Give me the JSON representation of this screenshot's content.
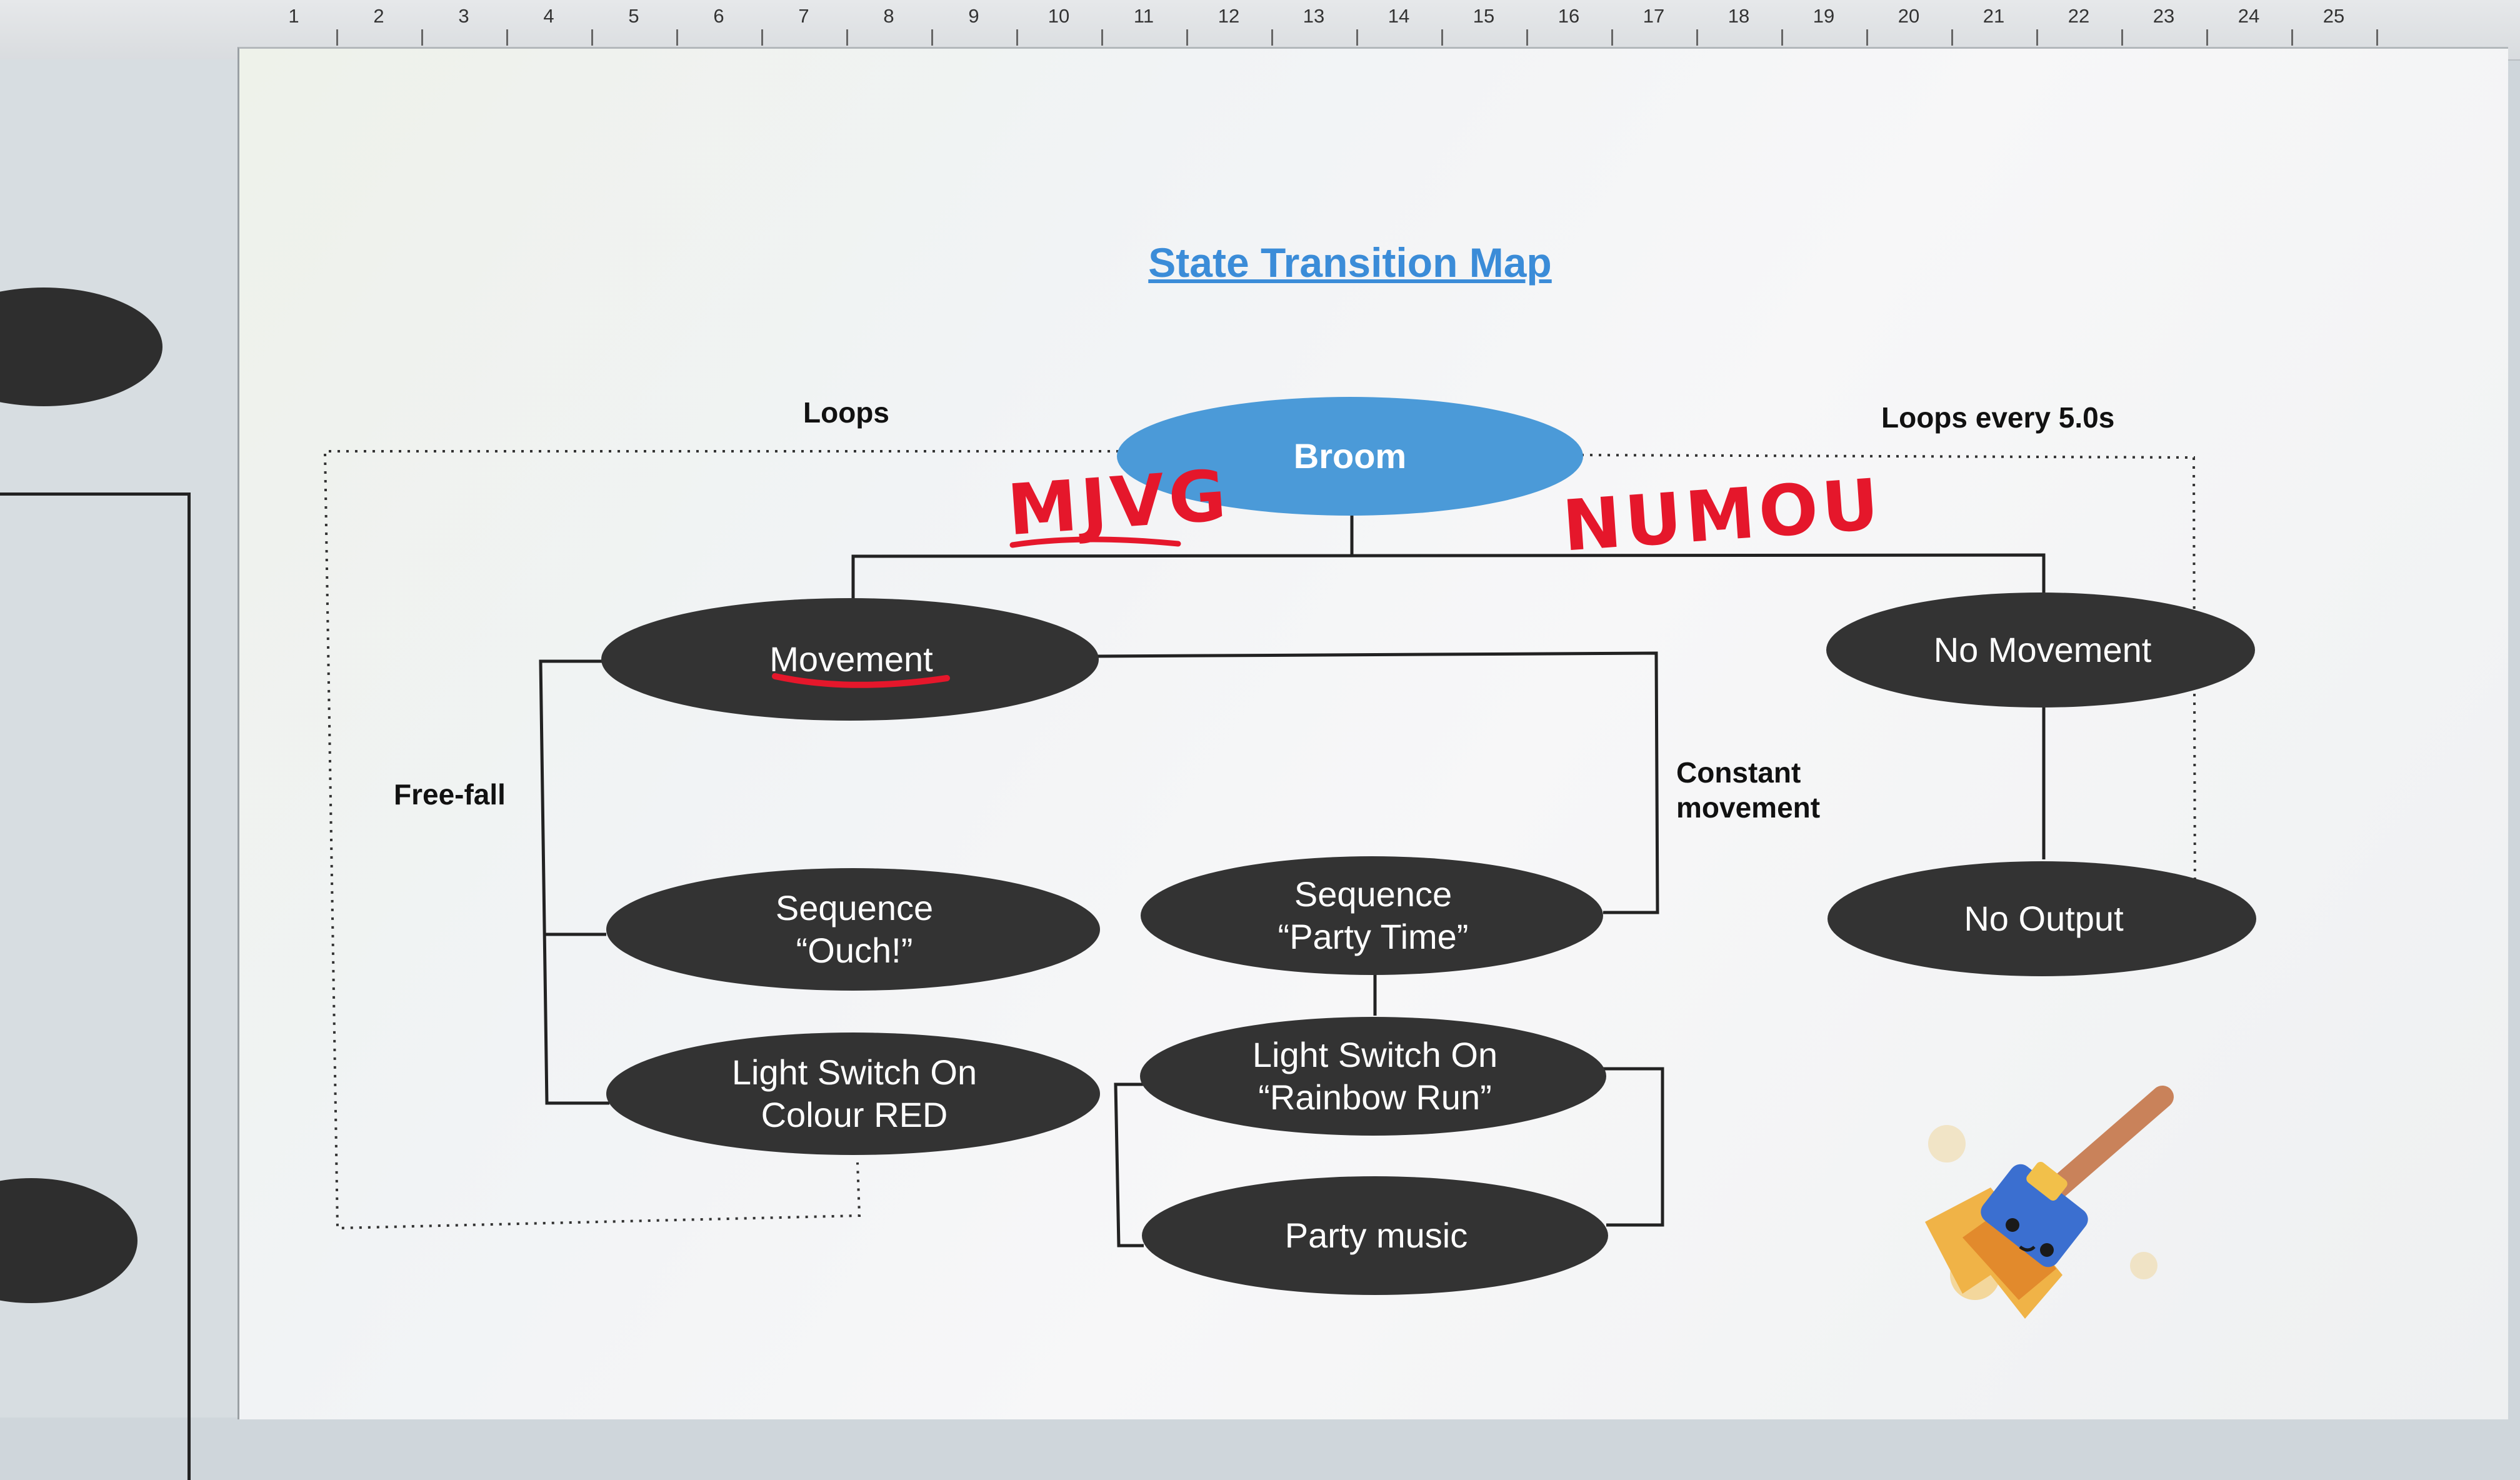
{
  "ruler": {
    "numbers": [
      "1",
      "2",
      "3",
      "4",
      "5",
      "6",
      "7",
      "8",
      "9",
      "10",
      "11",
      "12",
      "13",
      "14",
      "15",
      "16",
      "17",
      "18",
      "19",
      "20",
      "21",
      "22",
      "23",
      "24",
      "25"
    ]
  },
  "diagram": {
    "title": "State Transition Map",
    "nodes": {
      "broom": "Broom",
      "movement": "Movement",
      "no_movement": "No Movement",
      "no_output": "No Output",
      "seq_ouch": "Sequence\n“Ouch!”",
      "seq_party": "Sequence\n“Party Time”",
      "light_red": "Light Switch On\nColour RED",
      "light_rainbow": "Light Switch On\n“Rainbow Run”",
      "party_music": "Party music"
    },
    "annotations": {
      "loops": "Loops",
      "loops_every": "Loops every 5.0s",
      "free_fall": "Free-fall",
      "constant_movement": "Constant\nmovement"
    },
    "handwriting": {
      "left": "MJVG",
      "right": "NUMOU"
    }
  },
  "colors": {
    "broom": "#4b9ad8",
    "node": "#333333",
    "title": "#3b8cd8",
    "handwriting": "#e5172b"
  },
  "icons": {
    "mascot": "broom-mascot-icon"
  }
}
